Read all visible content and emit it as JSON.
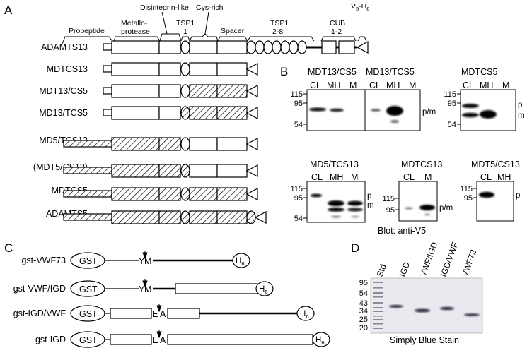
{
  "panels": {
    "a": {
      "letter": "A",
      "domains": {
        "propeptide": "Propeptide",
        "metallo_1": "Metallo-",
        "metallo_2": "protease",
        "disintegrin": "Disintegrin-like",
        "tsp1_a": "TSP1",
        "tsp1_b": "1",
        "cys_rich": "Cys-rich",
        "spacer": "Spacer",
        "tsp28_a": "TSP1",
        "tsp28_b": "2-8",
        "cub_a": "CUB",
        "cub_b": "1-2",
        "tag": "V",
        "tag_sub1": "5",
        "tag_mid": "-H",
        "tag_sub2": "6"
      },
      "constructs": [
        "ADAMTS13",
        "MDTCS13",
        "MDT13/CS5",
        "MD13/TCS5",
        "MD5/TCS13",
        "(MDT5/CS13)",
        "MDTCS5",
        "ADAMTS5"
      ]
    },
    "b": {
      "letter": "B",
      "blots": [
        {
          "title": "MDT13/CS5",
          "lanes": [
            "CL",
            "MH",
            "M"
          ],
          "mw": [
            "115",
            "95",
            "54"
          ],
          "side": [
            "p/m"
          ]
        },
        {
          "title": "MD13/TCS5",
          "lanes": [
            "CL",
            "MH",
            "M"
          ],
          "mw": [],
          "side": [
            "p/m"
          ]
        },
        {
          "title": "MDTCS5",
          "lanes": [
            "CL",
            "MH",
            "M"
          ],
          "mw": [
            "115",
            "95",
            "54"
          ],
          "side": [
            "p",
            "m"
          ]
        },
        {
          "title": "MD5/TCS13",
          "lanes": [
            "CL",
            "MH",
            "M"
          ],
          "mw": [
            "115",
            "95",
            "54"
          ],
          "side": [
            "p",
            "m"
          ]
        },
        {
          "title": "MDTCS13",
          "lanes": [
            "CL",
            "M"
          ],
          "mw": [
            "115",
            "95"
          ],
          "side": [
            "p/m"
          ]
        },
        {
          "title": "MDT5/CS13",
          "lanes": [
            "CL",
            "MH"
          ],
          "mw": [
            "115",
            "95"
          ],
          "side": [
            "p"
          ]
        }
      ],
      "caption": "Blot: anti-V5"
    },
    "c": {
      "letter": "C",
      "constructs": [
        "gst-VWF73",
        "gst-VWF/IGD",
        "gst-IGD/VWF",
        "gst-IGD"
      ],
      "gst": "GST",
      "his": "H",
      "his_sub": "6",
      "site_vwf": [
        "Y",
        "M"
      ],
      "site_igd": [
        "E",
        "A"
      ]
    },
    "d": {
      "letter": "D",
      "lanes": [
        "Std",
        "IGD",
        "VWF/IGD",
        "IGD/VWF",
        "VWF73"
      ],
      "mw": [
        "95",
        "54",
        "43",
        "34",
        "25",
        "20"
      ],
      "caption": "Simply Blue Stain"
    }
  }
}
